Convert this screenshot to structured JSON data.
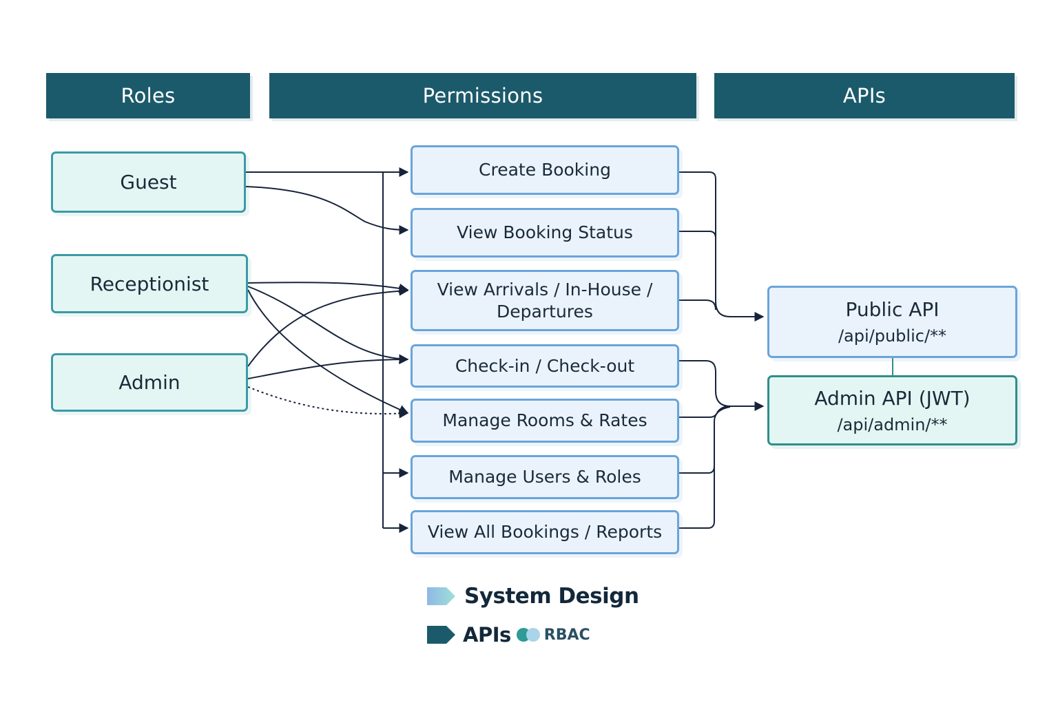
{
  "headers": {
    "roles": "Roles",
    "permissions": "Permissions",
    "apis": "APIs"
  },
  "roles": [
    "Guest",
    "Receptionist",
    "Admin"
  ],
  "permissions": [
    "Create Booking",
    "View Booking Status",
    "View Arrivals / In-House / Departures",
    "Check-in / Check-out",
    "Manage Rooms & Rates",
    "Manage Users & Roles",
    "View All Bookings / Reports"
  ],
  "apis": {
    "public": {
      "title": "Public API",
      "path": "/api/public/**"
    },
    "admin": {
      "title": "Admin API (JWT)",
      "path": "/api/admin/**"
    }
  },
  "legend": {
    "title": "System Design",
    "apis": "APIs",
    "rbac": "RBAC"
  },
  "colors": {
    "header": "#1b5a6b",
    "role_fill": "#e4f6f3",
    "role_border": "#3a9aa6",
    "perm_fill": "#eaf3fc",
    "perm_border": "#6aa4d8",
    "line": "#16233a"
  }
}
